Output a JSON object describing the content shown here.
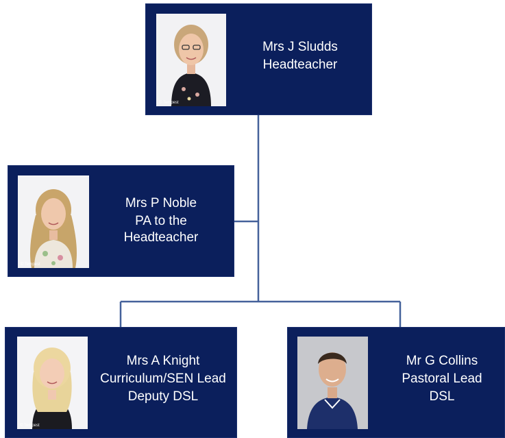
{
  "colors": {
    "card_background": "#0b1f5c",
    "connector": "#44619a",
    "text": "#ffffff"
  },
  "nodes": {
    "headteacher": {
      "name": "Mrs J Sludds",
      "roles": [
        "Headteacher"
      ],
      "photo_credit": "© Tempest"
    },
    "pa": {
      "name": "Mrs P Noble",
      "roles": [
        "PA to the",
        "Headteacher"
      ],
      "photo_credit": "© Tempest"
    },
    "deputy": {
      "name": "Mrs A Knight",
      "roles": [
        "Curriculum/SEN Lead",
        "Deputy DSL"
      ],
      "photo_credit": "© Tempest"
    },
    "pastoral": {
      "name": "Mr G Collins",
      "roles": [
        "Pastoral Lead",
        "DSL"
      ]
    }
  }
}
